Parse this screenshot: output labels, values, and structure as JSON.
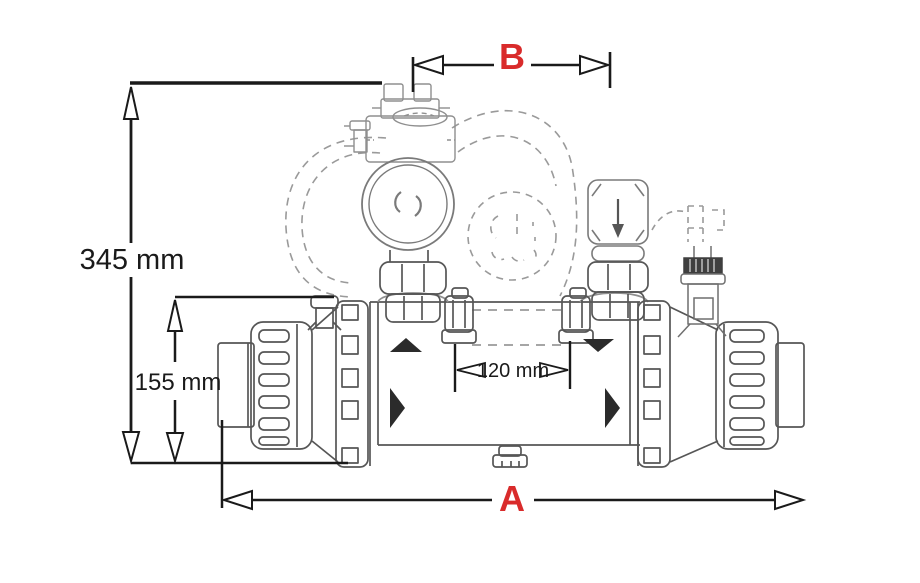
{
  "drawing": {
    "labels": {
      "dim_b": "B",
      "dim_a": "A",
      "overall_height": "345 mm",
      "port_height": "155 mm",
      "bracket_spacing": "120 mm"
    },
    "colors": {
      "dimension_letter": "#d92b2b",
      "dimension_line": "#1a1a1a",
      "part_line": "#565656",
      "part_line_light": "#8f8f8f",
      "dashed_line": "#999999",
      "flow_arrow_fill": "#2b2b2b",
      "background": "#ffffff"
    },
    "icons": [
      "flow-direction-up-icon",
      "flow-direction-right-icon",
      "flow-direction-down-icon",
      "valve-flow-arrow-icon"
    ]
  }
}
